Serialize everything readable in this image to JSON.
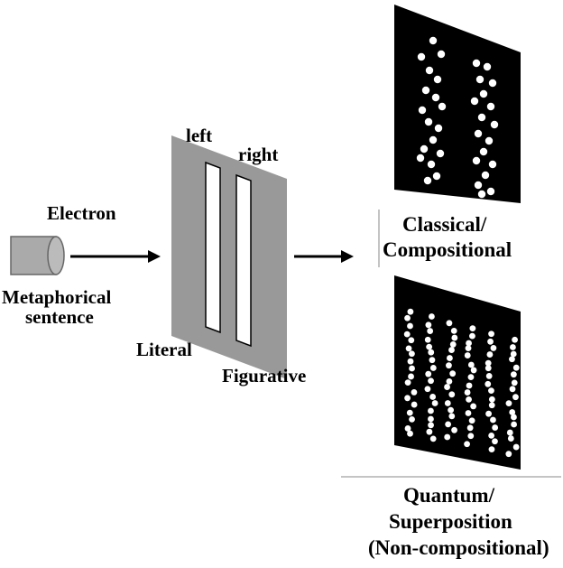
{
  "labels": {
    "electron": "Electron",
    "source_line1": "Metaphorical",
    "source_line2": "sentence",
    "left": "left",
    "right": "right",
    "literal": "Literal",
    "figurative": "Figurative",
    "classical_line1": "Classical/",
    "classical_line2": "Compositional",
    "quantum_line1": "Quantum/",
    "quantum_line2": "Superposition",
    "quantum_line3": "(Non-compositional)"
  },
  "colors": {
    "barrier": "#999999",
    "slit": "#ffffff",
    "screen": "#000000",
    "dot": "#ffffff",
    "source": "#aaaaaa",
    "arrow": "#000000"
  }
}
